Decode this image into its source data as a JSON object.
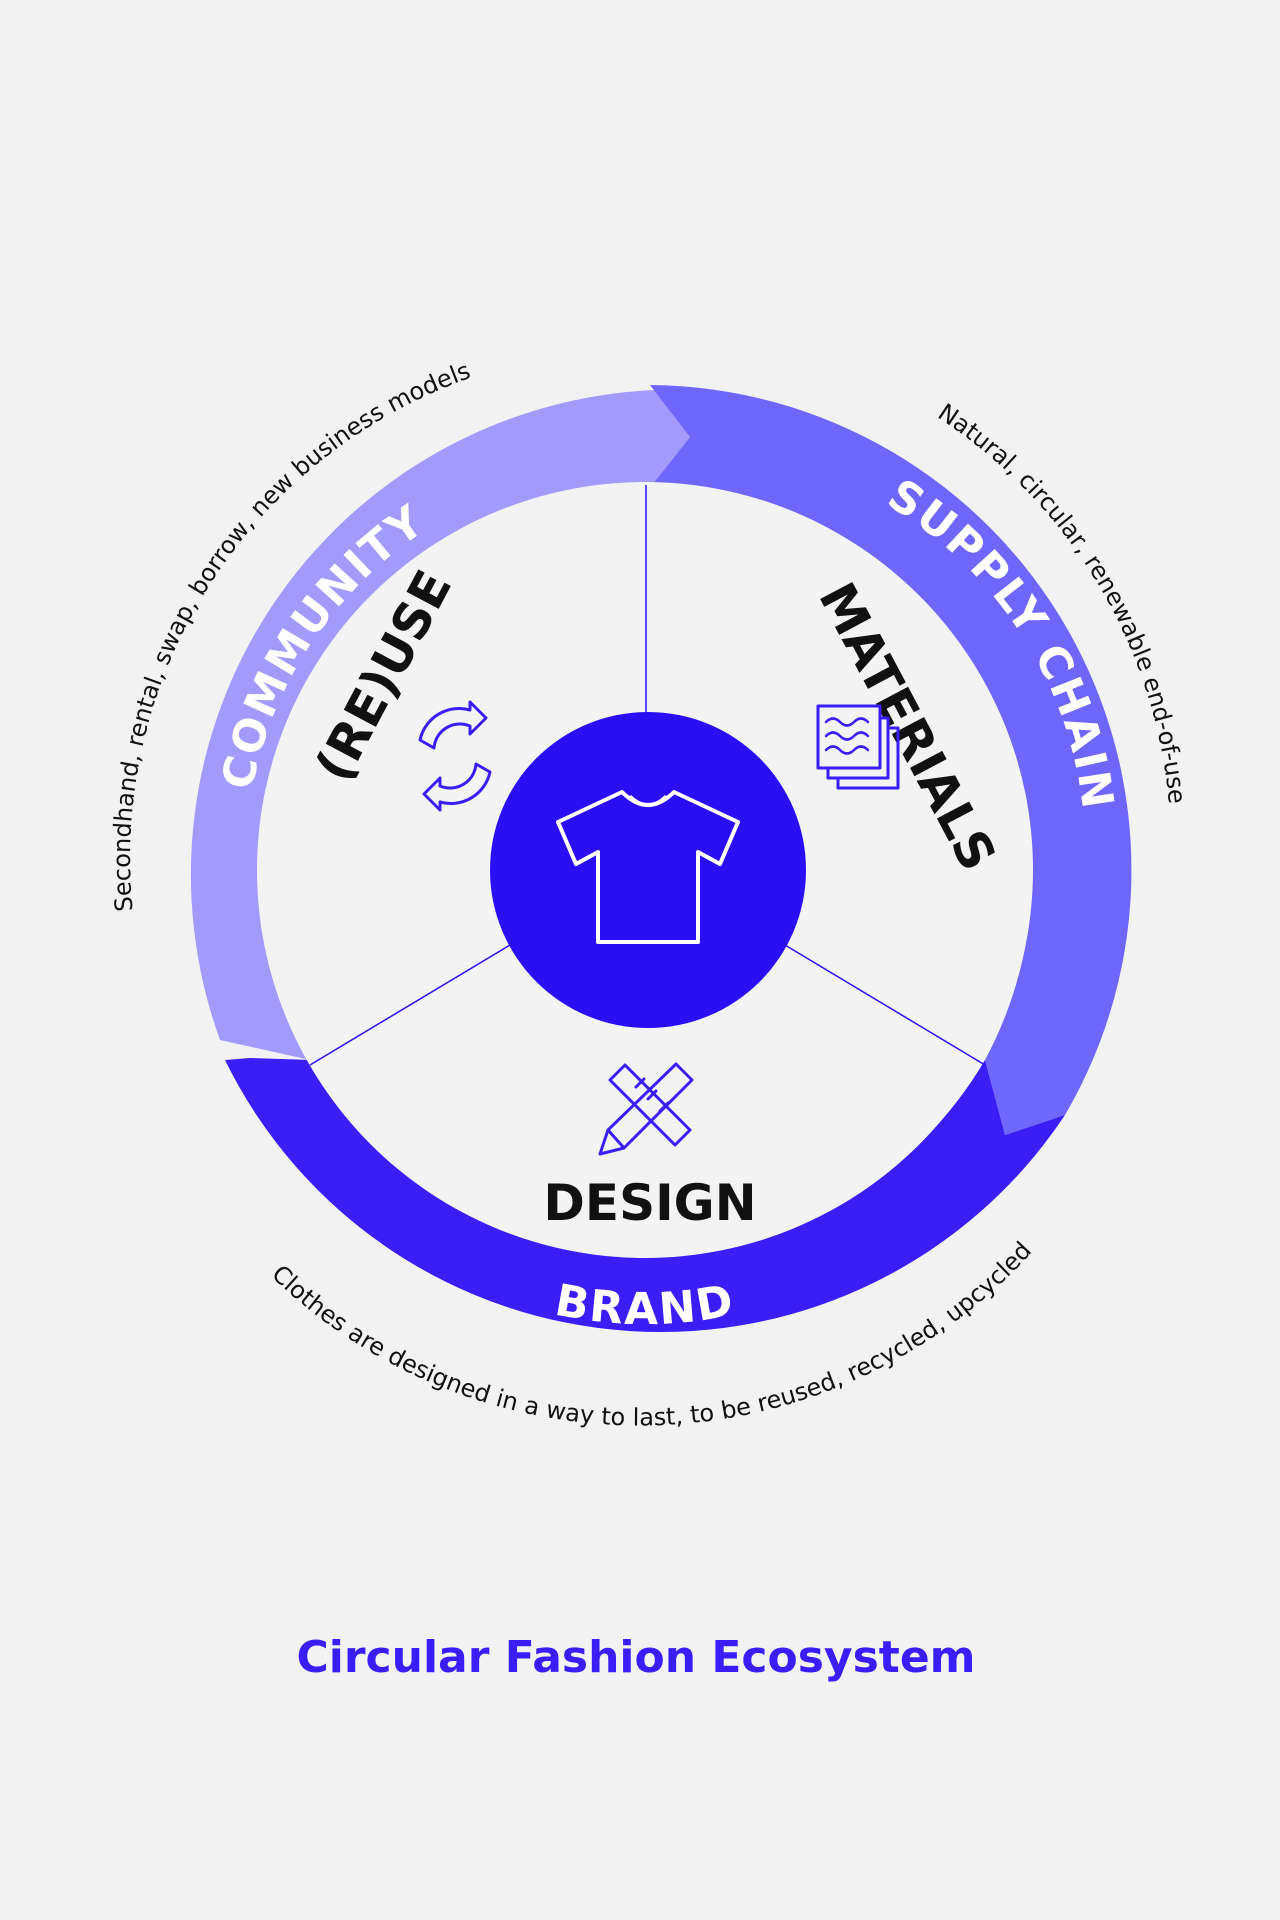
{
  "ring": {
    "community": {
      "label": "COMMUNITY",
      "description": "Secondhand, rental, swap, borrow, new business models",
      "color": "#a39bfb"
    },
    "supply_chain": {
      "label": "SUPPLY CHAIN",
      "description": "Natural, circular, renewable end-of-use",
      "color": "#6f66fb"
    },
    "brand": {
      "label": "BRAND",
      "description": "Clothes are designed in a way to last, to be reused, recycled, upcycled",
      "color": "#3a1ef5"
    }
  },
  "sections": {
    "reuse": {
      "label": "(RE)USE",
      "icon": "recycle-arrows-icon"
    },
    "materials": {
      "label": "MATERIALS",
      "icon": "fabric-swatches-icon"
    },
    "design": {
      "label": "DESIGN",
      "icon": "pencil-ruler-icon"
    }
  },
  "center": {
    "icon": "tshirt-icon",
    "color": "#2a0ff5"
  },
  "caption": "Circular Fashion Ecosystem",
  "colors": {
    "background": "#f2f2f2",
    "inner": "#f3f3f3",
    "text": "#111111",
    "accent": "#3a1ef5"
  }
}
